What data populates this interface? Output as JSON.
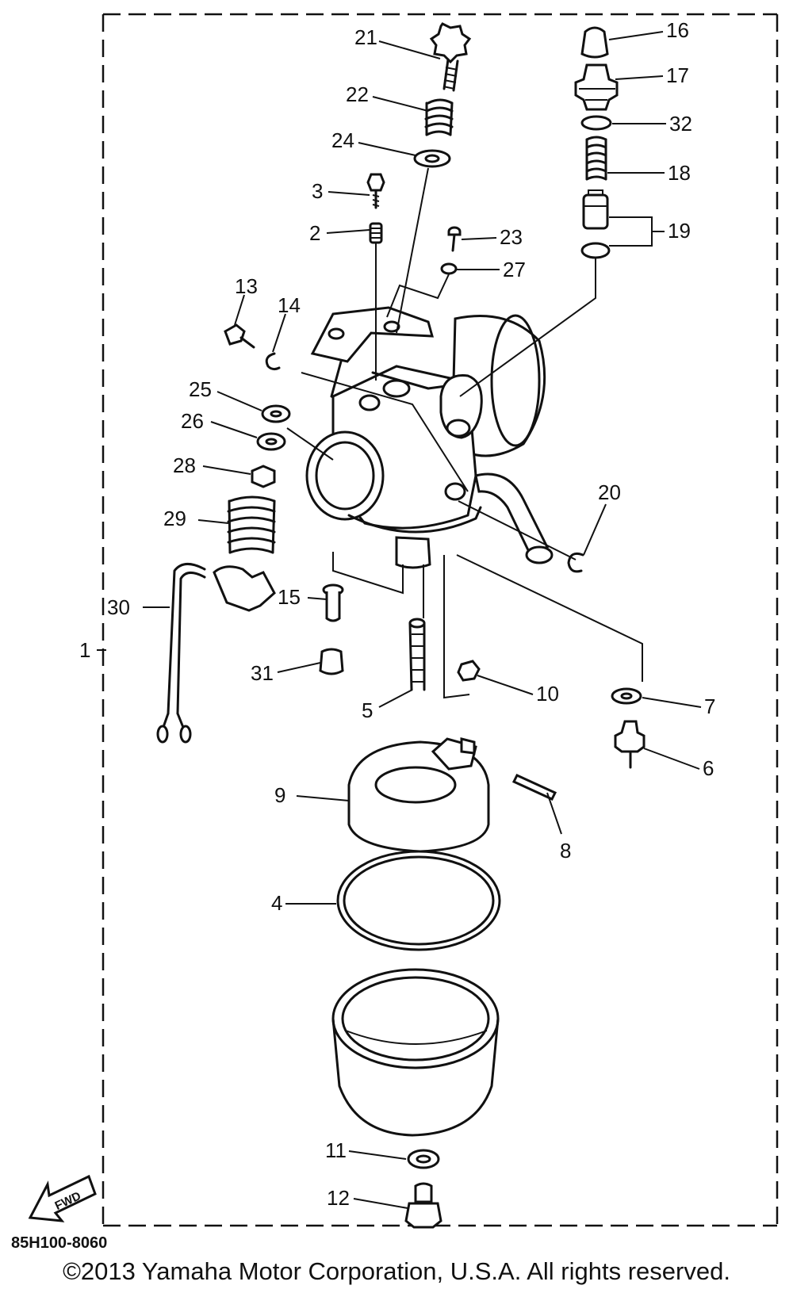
{
  "diagram": {
    "figure_code": "85H100-8060",
    "fwd_label": "FWD",
    "callouts": [
      "1",
      "2",
      "3",
      "4",
      "5",
      "6",
      "7",
      "8",
      "9",
      "10",
      "11",
      "12",
      "13",
      "14",
      "15",
      "16",
      "17",
      "18",
      "19",
      "20",
      "21",
      "22",
      "23",
      "24",
      "25",
      "26",
      "27",
      "28",
      "29",
      "30",
      "31",
      "32"
    ]
  },
  "footer": {
    "copyright": "©2013 Yamaha Motor Corporation, U.S.A. All rights reserved."
  }
}
